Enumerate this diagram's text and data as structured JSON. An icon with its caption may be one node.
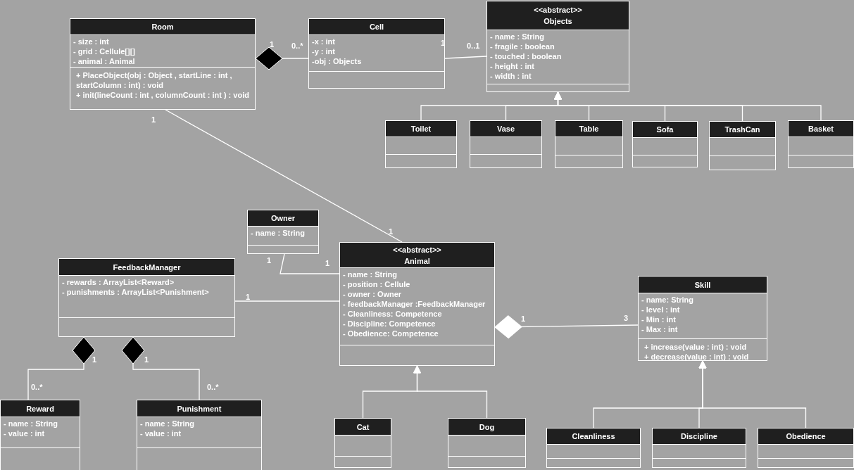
{
  "diagram": {
    "nodes": [
      {
        "text": [
          "Room",
          "- size : int",
          "- grid : Cellule[][]",
          "- animal : Animal",
          "+ PlaceObject(obj : Object , startLine : int , startColumn : int) : void",
          "+ init(lineCount : int , columnCount : int ) : void"
        ]
      },
      {
        "text": [
          "Cell",
          "-x : int",
          "-y : int",
          "-obj : Objects"
        ]
      },
      {
        "text": [
          "<<abstract>>",
          "Objects",
          "- name : String",
          "- fragile : boolean",
          "- touched : boolean",
          "- height : int",
          "- width : int"
        ]
      },
      {
        "text": [
          "Toilet"
        ]
      },
      {
        "text": [
          "Vase"
        ]
      },
      {
        "text": [
          "Table"
        ]
      },
      {
        "text": [
          "Sofa"
        ]
      },
      {
        "text": [
          "TrashCan"
        ]
      },
      {
        "text": [
          "Basket"
        ]
      },
      {
        "text": [
          "Owner",
          "- name : String"
        ]
      },
      {
        "text": [
          "FeedbackManager",
          "- rewards : ArrayList<Reward>",
          "- punishments : ArrayList<Punishment>"
        ]
      },
      {
        "text": [
          "<<abstract>>",
          "Animal",
          "- name : String",
          "- position : Cellule",
          "- owner : Owner",
          "- feedbackManager :FeedbackManager",
          "- Cleanliness: Competence",
          "- Discipline: Competence",
          "- Obedience: Competence"
        ]
      },
      {
        "text": [
          "Skill",
          "- name: String",
          "- level : int",
          "- Min : int",
          "- Max : int",
          "+ increase(value : int) : void",
          "+ decrease(value : int) : void"
        ]
      },
      {
        "text": [
          "Reward",
          "- name : String",
          "- value : int"
        ]
      },
      {
        "text": [
          "Punishment",
          "- name : String",
          "- value : int"
        ]
      },
      {
        "text": [
          "Cat"
        ]
      },
      {
        "text": [
          "Dog"
        ]
      },
      {
        "text": [
          "Cleanliness"
        ]
      },
      {
        "text": [
          "Discipline"
        ]
      },
      {
        "text": [
          "Obedience"
        ]
      }
    ],
    "edges": [
      {
        "from": 0,
        "to": 1,
        "arrow": "other"
      },
      {
        "from": 1,
        "to": 2,
        "arrow": "none"
      },
      {
        "from": 0,
        "to": 11,
        "arrow": "none"
      },
      {
        "from": 9,
        "to": 11,
        "arrow": "none"
      },
      {
        "from": 10,
        "to": 11,
        "arrow": "none"
      },
      {
        "from": 11,
        "to": 12,
        "arrow": "other"
      },
      {
        "from": 10,
        "to": 13,
        "arrow": "other"
      },
      {
        "from": 10,
        "to": 14,
        "arrow": "other"
      },
      {
        "from": 3,
        "to": 2,
        "arrow": "to"
      },
      {
        "from": 4,
        "to": 2,
        "arrow": "to"
      },
      {
        "from": 5,
        "to": 2,
        "arrow": "to"
      },
      {
        "from": 6,
        "to": 2,
        "arrow": "to"
      },
      {
        "from": 7,
        "to": 2,
        "arrow": "to"
      },
      {
        "from": 8,
        "to": 2,
        "arrow": "to"
      },
      {
        "from": 15,
        "to": 11,
        "arrow": "to"
      },
      {
        "from": 16,
        "to": 11,
        "arrow": "to"
      },
      {
        "from": 17,
        "to": 12,
        "arrow": "to"
      },
      {
        "from": 18,
        "to": 12,
        "arrow": "to"
      },
      {
        "from": 19,
        "to": 12,
        "arrow": "to"
      }
    ],
    "labels": [
      "1",
      "0..*",
      "1",
      "0..1",
      "1",
      "1",
      "1",
      "1",
      "1",
      "1",
      "3",
      "1",
      "1",
      "0..*",
      "0..*"
    ]
  }
}
